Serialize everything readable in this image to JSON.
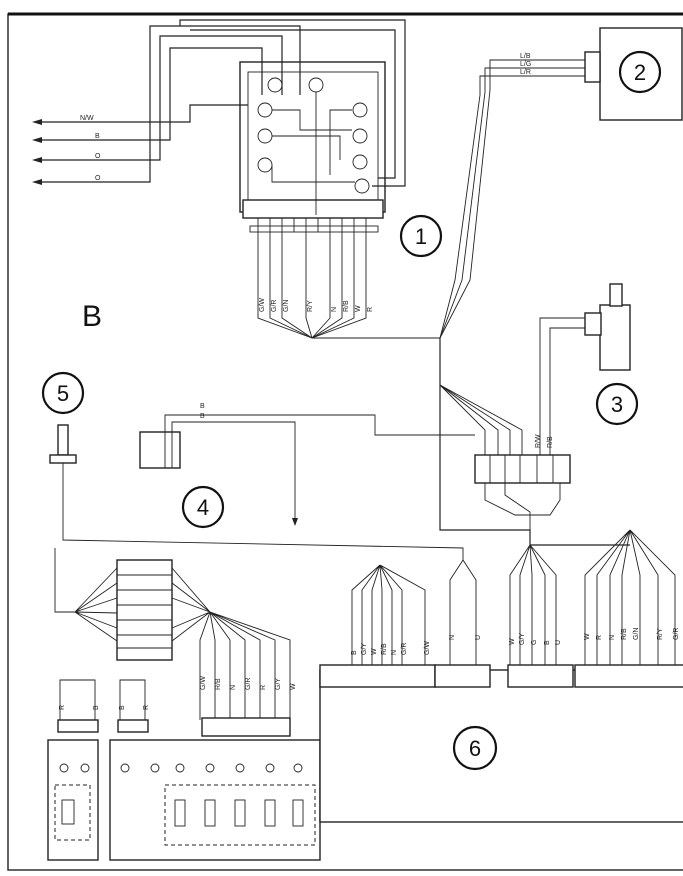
{
  "section_letter": "B",
  "callouts": [
    "1",
    "2",
    "3",
    "4",
    "5",
    "6"
  ],
  "left_wires": [
    "N/W",
    "B",
    "O",
    "O"
  ],
  "sensor2_wires": [
    "L/B",
    "L/G",
    "L/R"
  ],
  "unit1_bottom_wires": [
    "G/W",
    "G/R",
    "G/N",
    "R/Y",
    "N",
    "R/B",
    "W",
    "R"
  ],
  "sensor3_wires": [
    "R/W",
    "R/B"
  ],
  "sensor4_wires": [
    "B",
    "B"
  ],
  "left_block_wires": [
    "R",
    "B",
    "B",
    "R"
  ],
  "mid_block_wires": [
    "G/W",
    "R/B",
    "N",
    "G/R",
    "R",
    "G/Y",
    "W"
  ],
  "ecu_group1": [
    "B",
    "G/Y",
    "W",
    "R/B",
    "N",
    "G/R",
    "G/W"
  ],
  "ecu_group2": [
    "N",
    "U"
  ],
  "ecu_group3": [
    "W",
    "G/Y",
    "G",
    "B",
    "U"
  ],
  "ecu_group4": [
    "W",
    "R",
    "N",
    "R/B",
    "G/N",
    "R/Y",
    "G/R"
  ]
}
